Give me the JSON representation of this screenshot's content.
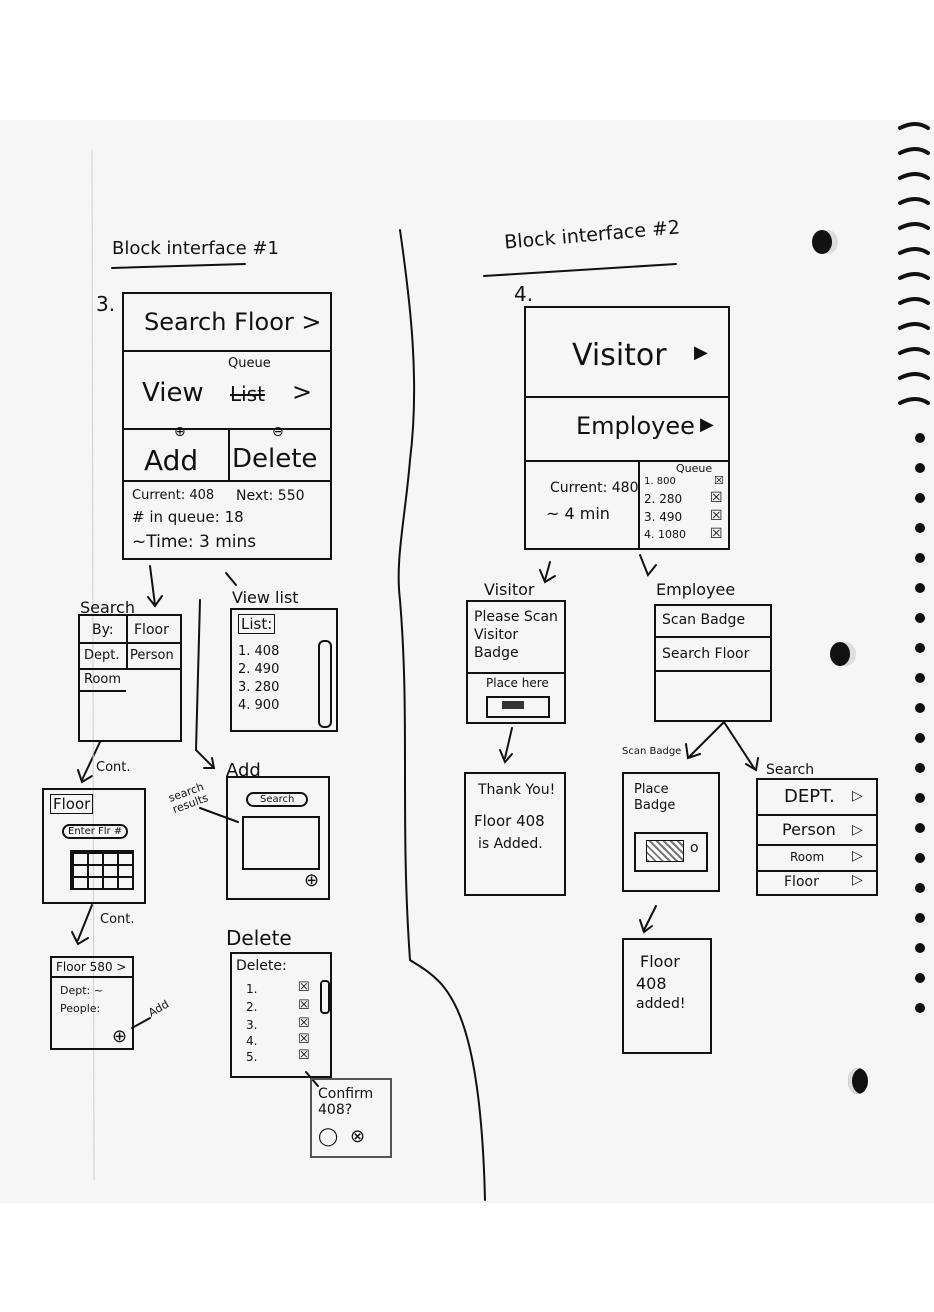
{
  "left": {
    "title": "Block interface #1",
    "number": "3.",
    "main": {
      "search_floor": "Search Floor >",
      "view_list": "View",
      "queue_note": "Queue",
      "list_struck": "List",
      "view_arrow": ">",
      "add": "Add",
      "delete": "Delete",
      "current": "Current: 408",
      "next": "Next: 550",
      "in_queue": "# in queue: 18",
      "time": "~Time: 3 mins"
    },
    "search": {
      "label": "Search",
      "by": "By:",
      "floor": "Floor",
      "dept": "Dept.",
      "person": "Person",
      "room": "Room"
    },
    "view_list": {
      "label": "View list",
      "list": "List:",
      "items": [
        "1. 408",
        "2. 490",
        "3. 280",
        "4. 900"
      ]
    },
    "cont1": "Cont.",
    "floor_box": {
      "title": "Floor",
      "enter": "Enter Flr #"
    },
    "add": {
      "label": "Add",
      "search_results": "search results",
      "search": "Search"
    },
    "cont2": "Cont.",
    "floor580": {
      "title": "Floor 580 >",
      "dept": "Dept: ~",
      "people": "People:",
      "add": "Add"
    },
    "delete": {
      "label": "Delete",
      "title": "Delete:",
      "items": [
        "1.",
        "2.",
        "3.",
        "4.",
        "5."
      ]
    },
    "confirm": {
      "text": "Confirm 408?"
    }
  },
  "right": {
    "title": "Block interface #2",
    "number": "4.",
    "main": {
      "visitor": "Visitor",
      "employee": "Employee",
      "current": "Current: 480",
      "time": "~ 4 min",
      "queue": "Queue",
      "queue_items": [
        "1. 800",
        "2. 280",
        "3. 490",
        "4. 1080"
      ]
    },
    "visitor": {
      "label": "Visitor",
      "scan": "Please Scan Visitor Badge",
      "place": "Place here"
    },
    "employee": {
      "label": "Employee",
      "scan_badge": "Scan Badge",
      "search_floor": "Search Floor"
    },
    "thanks": {
      "text1": "Thank You!",
      "text2": "Floor 408",
      "text3": "is Added."
    },
    "scan_badge_label": "Scan Badge",
    "place_badge": "Place Badge",
    "search": {
      "label": "Search",
      "dept": "DEPT.",
      "person": "Person",
      "room": "Room",
      "floor": "Floor"
    },
    "added": {
      "text1": "Floor",
      "text2": "408",
      "text3": "added!"
    }
  }
}
